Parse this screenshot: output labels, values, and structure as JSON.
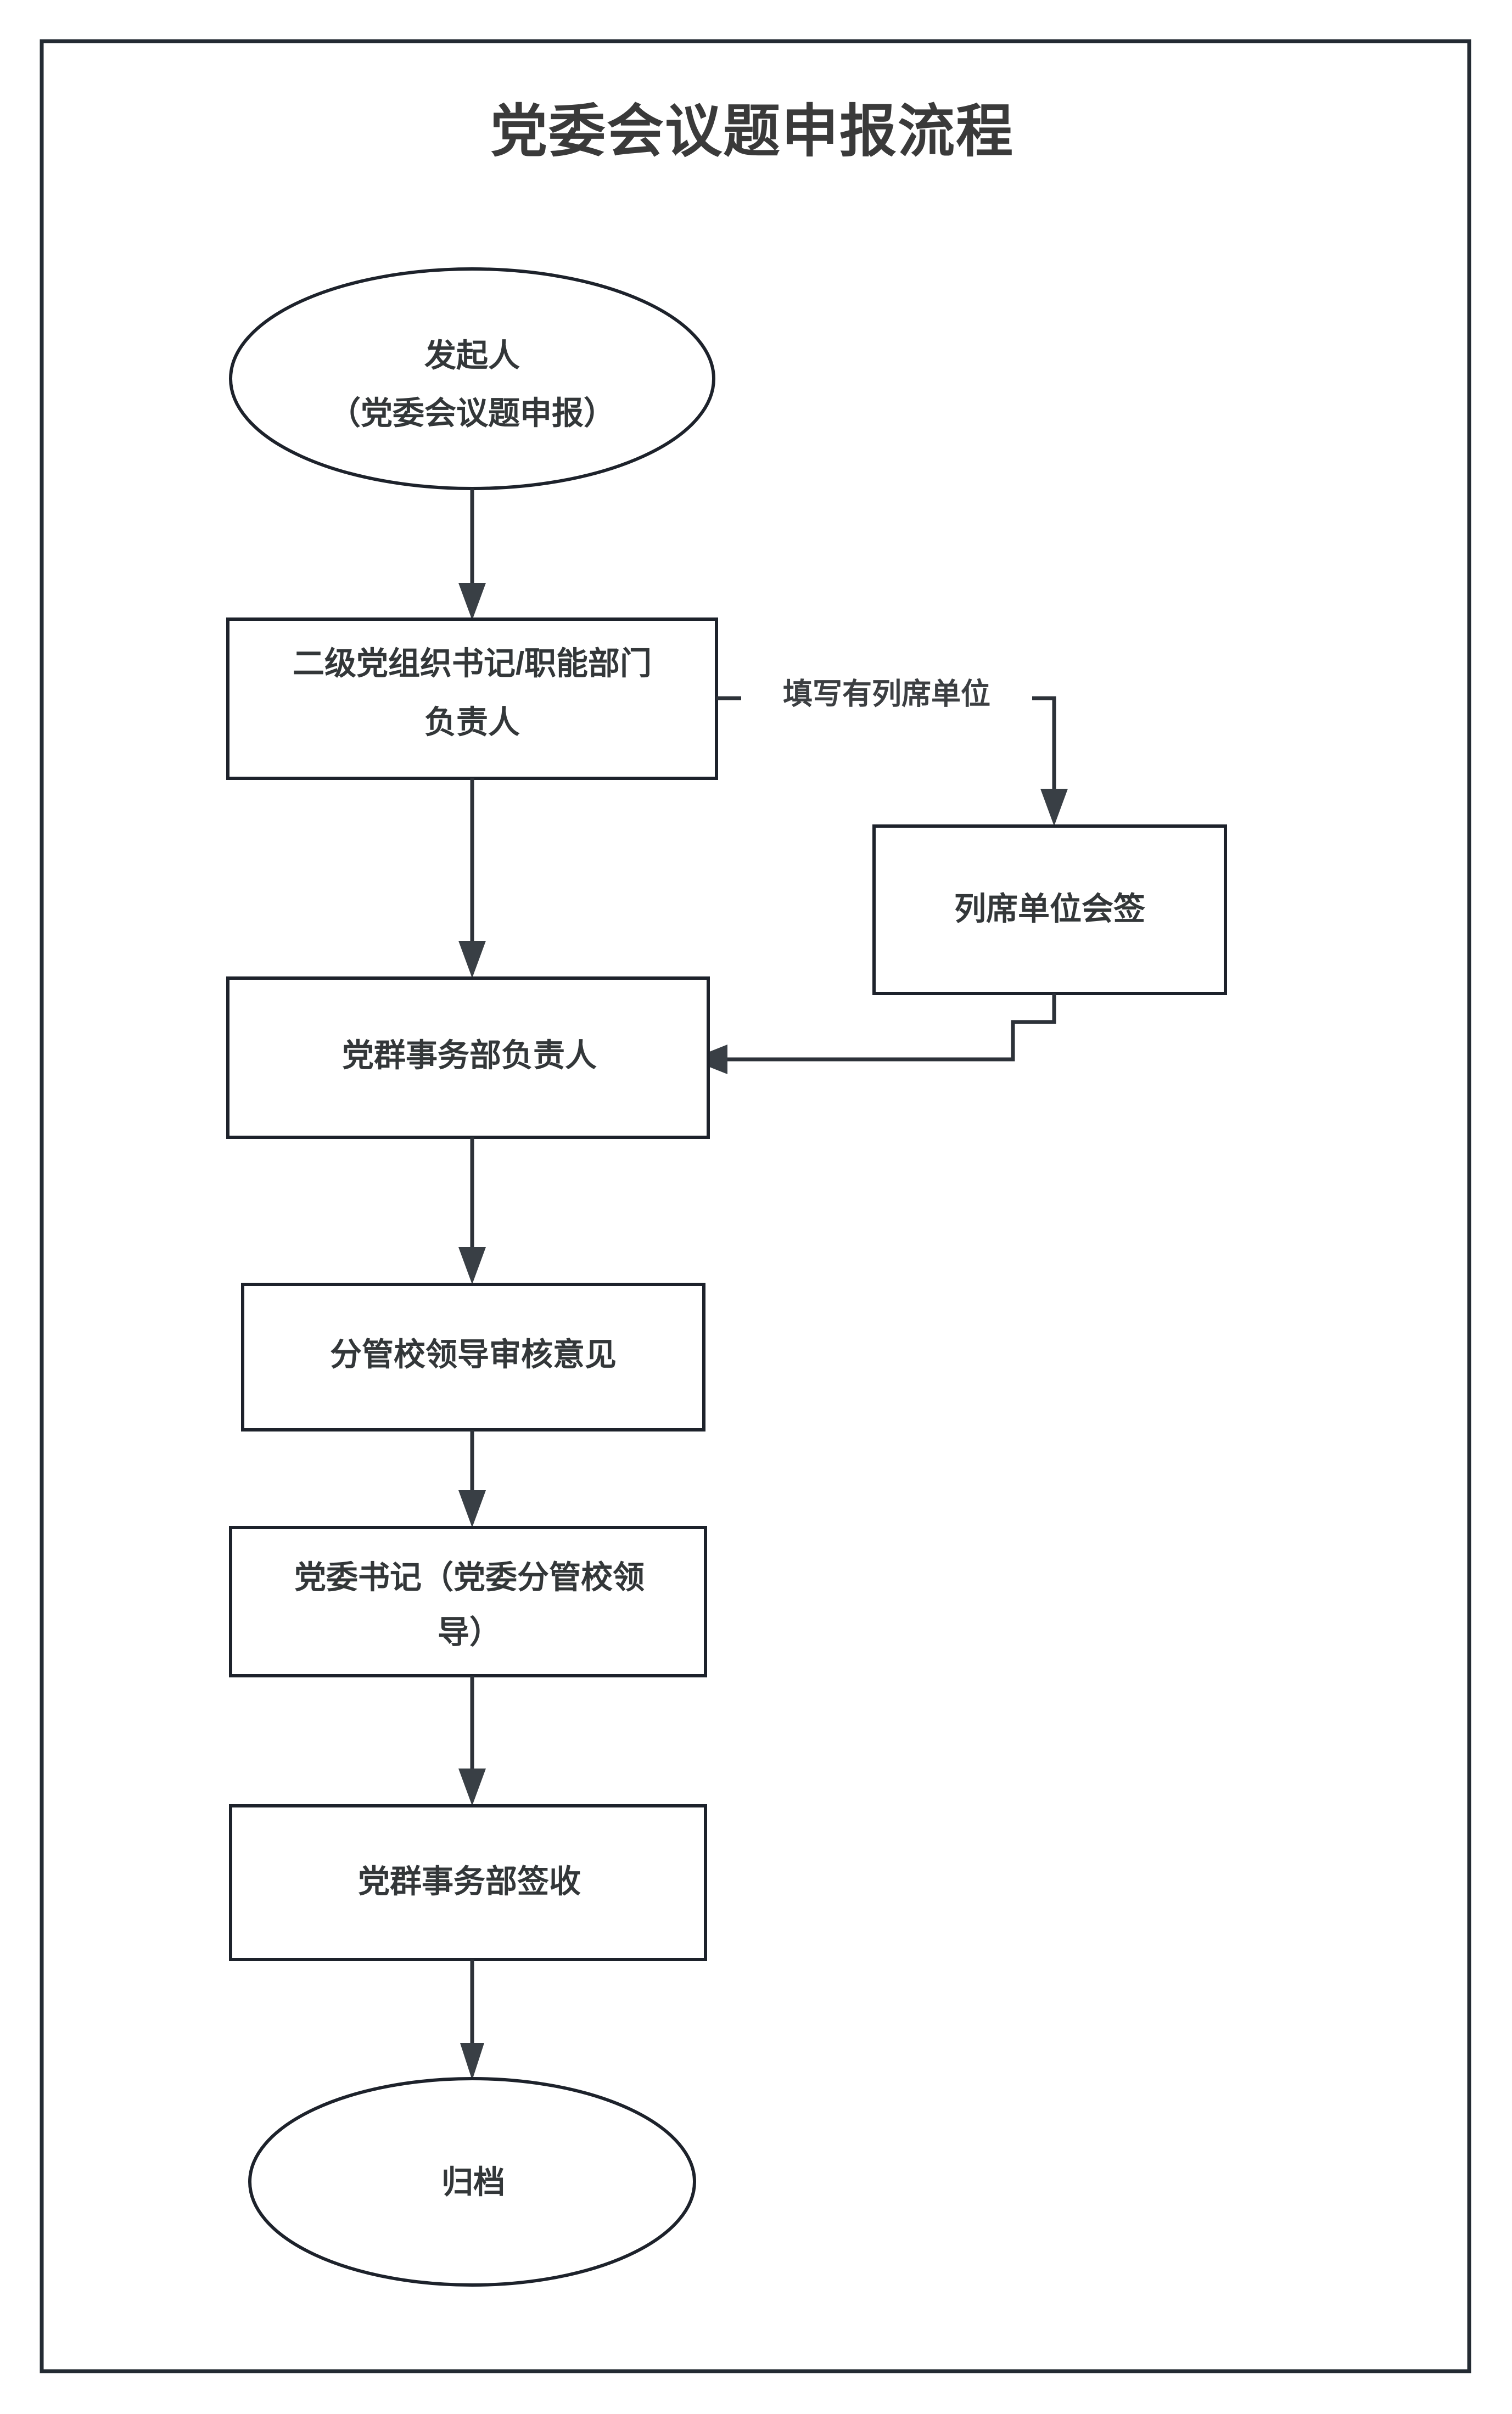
{
  "document": {
    "title": "党委会议题申报流程",
    "frame_color": "#242b33",
    "node_stroke_color": "#1d222b",
    "edge_color": "#2d3239",
    "text_color": "#333739",
    "background": "#ffffff"
  },
  "chart_data": {
    "type": "diagram",
    "subtype": "flowchart",
    "title": "党委会议题申报流程",
    "orientation": "top-to-bottom",
    "nodes": [
      {
        "id": "start",
        "shape": "ellipse",
        "lines": [
          "发起人",
          "（党委会议题申报）"
        ]
      },
      {
        "id": "secretary",
        "shape": "rectangle",
        "lines": [
          "二级党组织书记/职能部门",
          "负责人"
        ]
      },
      {
        "id": "attendees",
        "shape": "rectangle",
        "lines": [
          "列席单位会签"
        ]
      },
      {
        "id": "party_office",
        "shape": "rectangle",
        "lines": [
          "党群事务部负责人"
        ]
      },
      {
        "id": "vice_leader",
        "shape": "rectangle",
        "lines": [
          "分管校领导审核意见"
        ]
      },
      {
        "id": "party_chief",
        "shape": "rectangle",
        "lines": [
          "党委书记（党委分管校领",
          "导）"
        ]
      },
      {
        "id": "receipt",
        "shape": "rectangle",
        "lines": [
          "党群事务部签收"
        ]
      },
      {
        "id": "archive",
        "shape": "ellipse",
        "lines": [
          "归档"
        ]
      }
    ],
    "edges": [
      {
        "from": "start",
        "to": "secretary",
        "label": ""
      },
      {
        "from": "secretary",
        "to": "attendees",
        "label": "填写有列席单位"
      },
      {
        "from": "secretary",
        "to": "party_office",
        "label": ""
      },
      {
        "from": "attendees",
        "to": "party_office",
        "label": ""
      },
      {
        "from": "party_office",
        "to": "vice_leader",
        "label": ""
      },
      {
        "from": "vice_leader",
        "to": "party_chief",
        "label": ""
      },
      {
        "from": "party_chief",
        "to": "receipt",
        "label": ""
      },
      {
        "from": "receipt",
        "to": "archive",
        "label": ""
      }
    ]
  },
  "labels": {
    "title": "党委会议题申报流程",
    "start_line1": "发起人",
    "start_line2": "（党委会议题申报）",
    "secretary_line1": "二级党组织书记/职能部门",
    "secretary_line2": "负责人",
    "branch_label": "填写有列席单位",
    "attendees": "列席单位会签",
    "party_office": "党群事务部负责人",
    "vice_leader": "分管校领导审核意见",
    "party_chief_line1": "党委书记（党委分管校领",
    "party_chief_line2": "导）",
    "receipt": "党群事务部签收",
    "archive": "归档"
  }
}
